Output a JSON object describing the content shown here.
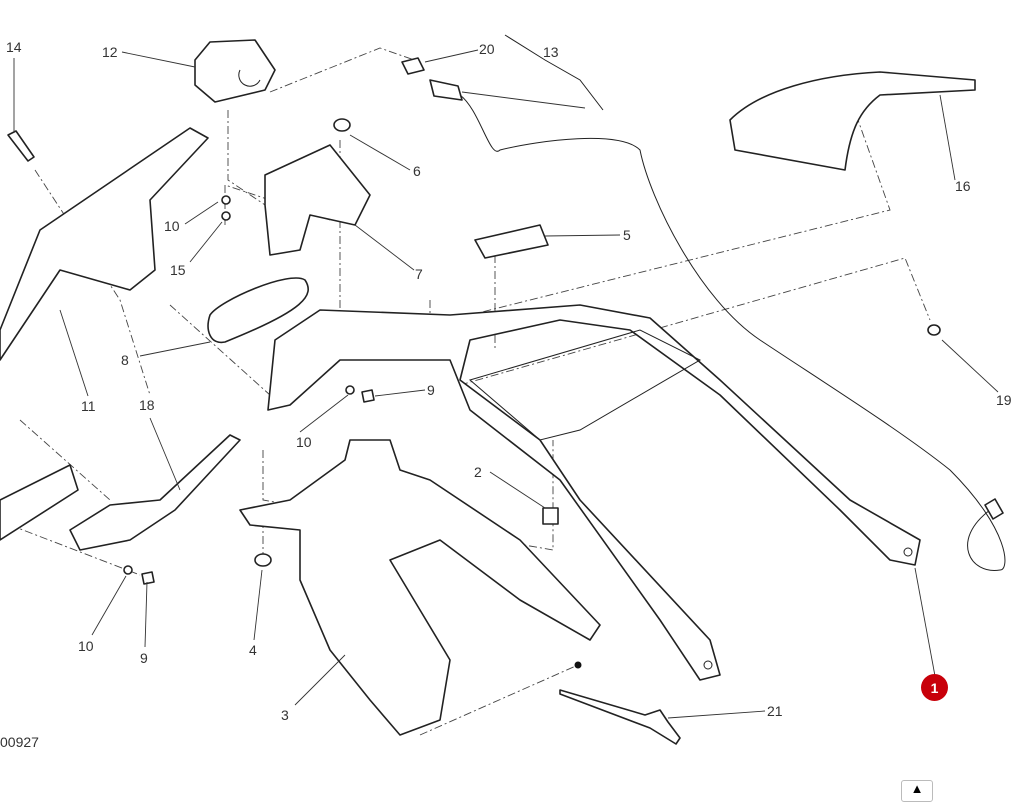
{
  "diagram_code": "00927",
  "callouts": {
    "c14": "14",
    "c12": "12",
    "c20": "20",
    "c13": "13",
    "c6": "6",
    "c16": "16",
    "c10a": "10",
    "c15": "15",
    "c7": "7",
    "c5": "5",
    "c8": "8",
    "c11": "11",
    "c18": "18",
    "c9a": "9",
    "c10b": "10",
    "c19": "19",
    "c2": "2",
    "c10c": "10",
    "c9b": "9",
    "c4": "4",
    "c3": "3",
    "c21": "21"
  },
  "hotspot": {
    "label": "1",
    "color": "#c8000a"
  },
  "scroll_top_icon": "arrow-up-icon"
}
